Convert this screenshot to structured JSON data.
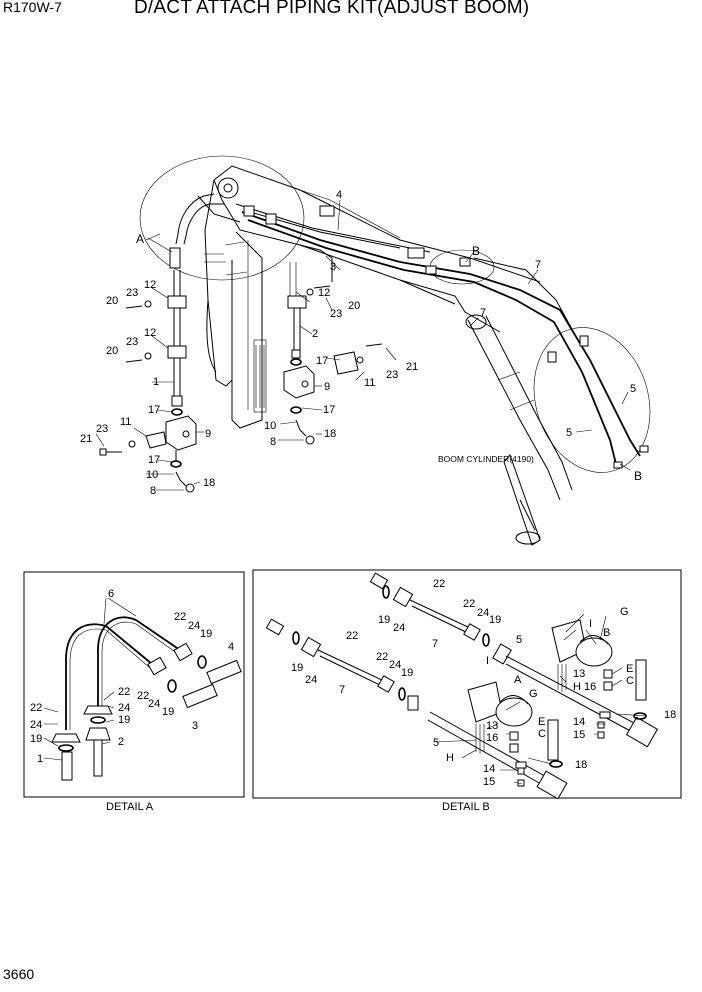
{
  "header": {
    "model": "R170W-7",
    "title": "D/ACT ATTACH PIPING KIT(ADJUST BOOM)"
  },
  "page_number": "3660",
  "main_view": {
    "zone_labels": {
      "a": "A",
      "b_top": "B",
      "b_bottom": "B"
    },
    "boom_cylinder_note": "BOOM CYLINDER(4190)",
    "callouts": {
      "c1": "1",
      "c2": "2",
      "c3": "3",
      "c4": "4",
      "c5a": "5",
      "c5b": "5",
      "c7a": "7",
      "c7b": "7",
      "c8a": "8",
      "c8b": "8",
      "c9a": "9",
      "c9b": "9",
      "c10a": "10",
      "c10b": "10",
      "c11a": "11",
      "c11b": "11",
      "c12a": "12",
      "c12b": "12",
      "c12c": "12",
      "c17a": "17",
      "c17b": "17",
      "c17c": "17",
      "c17d": "17",
      "c18a": "18",
      "c18b": "18",
      "c20a": "20",
      "c20b": "20",
      "c20c": "20",
      "c21a": "21",
      "c21b": "21",
      "c23a": "23",
      "c23b": "23",
      "c23c": "23",
      "c23d": "23",
      "c23e": "23"
    }
  },
  "detail_a": {
    "caption": "DETAIL A",
    "callouts": {
      "c6": "6",
      "c22a": "22",
      "c22b": "22",
      "c22c": "22",
      "c22d": "22",
      "c24a": "24",
      "c24b": "24",
      "c24c": "24",
      "c24d": "24",
      "c19a": "19",
      "c19b": "19",
      "c19c": "19",
      "c19d": "19",
      "c4": "4",
      "c3": "3",
      "c2": "2",
      "c1": "1"
    }
  },
  "detail_b": {
    "caption": "DETAIL B",
    "callouts": {
      "c22a": "22",
      "c22b": "22",
      "c22c": "22",
      "c22d": "22",
      "c19a": "19",
      "c19b": "19",
      "c19c": "19",
      "c19d": "19",
      "c24a": "24",
      "c24b": "24",
      "c24c": "24",
      "c24d": "24",
      "c7a": "7",
      "c7b": "7",
      "c5a": "5",
      "c5b": "5",
      "cG1": "G",
      "cG2": "G",
      "cI1": "I",
      "cI2": "I",
      "cB": "B",
      "cA": "A",
      "cE1": "E",
      "cE2": "E",
      "cC1": "C",
      "cC2": "C",
      "cH1": "H",
      "cH2": "H",
      "c13a": "13",
      "c13b": "13",
      "c16a": "16",
      "c16b": "16",
      "c14a": "14",
      "c14b": "14",
      "c15a": "15",
      "c15b": "15",
      "c18a": "18",
      "c18b": "18"
    }
  }
}
